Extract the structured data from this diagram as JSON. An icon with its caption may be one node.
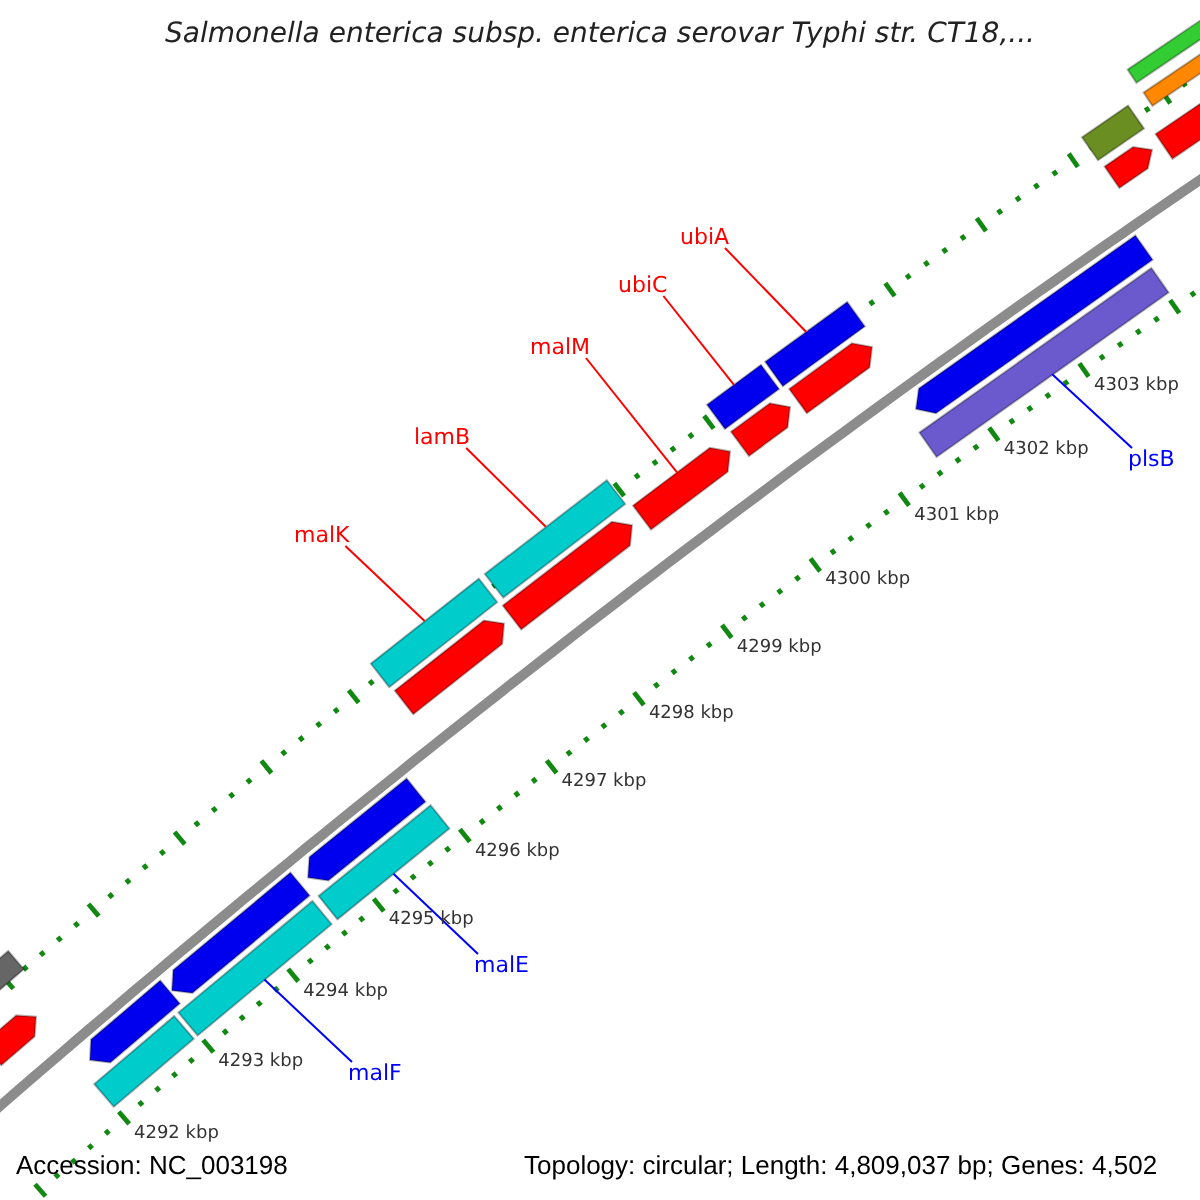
{
  "diagram": {
    "title": "Salmonella enterica subsp. enterica serovar Typhi str. CT18,...",
    "nodes": [
      {
        "text": [
          "ubiA"
        ]
      },
      {
        "text": [
          "ubiC"
        ]
      },
      {
        "text": [
          "malM"
        ]
      },
      {
        "text": [
          "lamB"
        ]
      },
      {
        "text": [
          "malK"
        ]
      },
      {
        "text": [
          "plsB"
        ]
      },
      {
        "text": [
          "malE"
        ]
      },
      {
        "text": [
          "malF"
        ]
      },
      {
        "text": [],
        "shape": "bar"
      },
      {
        "text": [],
        "shape": "bar"
      },
      {
        "text": [],
        "shape": "bar"
      },
      {
        "text": [],
        "shape": "bar"
      },
      {
        "text": [],
        "shape": "bar"
      },
      {
        "text": [],
        "shape": "bar"
      },
      {
        "text": [],
        "shape": "bar"
      },
      {
        "text": [],
        "shape": "bar"
      },
      {
        "text": [],
        "shape": "bar"
      },
      {
        "text": [],
        "shape": "bar"
      },
      {
        "text": [],
        "shape": "bar"
      },
      {
        "text": [],
        "shape": "bar"
      },
      {
        "text": [],
        "shape": "bar"
      },
      {
        "text": [],
        "shape": "bar"
      },
      {
        "text": [],
        "shape": "bar"
      },
      {
        "text": [],
        "shape": "bar"
      },
      {
        "text": [],
        "shape": "bar"
      },
      {
        "text": [],
        "shape": "bar"
      },
      {
        "text": [],
        "shape": "bar"
      },
      {
        "text": [],
        "shape": "bar"
      },
      {
        "text": [],
        "shape": "bar"
      },
      {
        "text": [],
        "shape": "bar"
      },
      {
        "text": [],
        "shape": "bar"
      },
      {
        "text": [],
        "shape": "bar"
      }
    ],
    "edges": [
      {
        "from": 0,
        "to": 23,
        "arrow": "none"
      },
      {
        "from": 1,
        "to": 21,
        "arrow": "none"
      },
      {
        "from": 2,
        "to": 20,
        "arrow": "none"
      },
      {
        "from": 3,
        "to": 18,
        "arrow": "none"
      },
      {
        "from": 4,
        "to": 16,
        "arrow": "none"
      },
      {
        "from": 5,
        "to": 26,
        "arrow": "none",
        "color": "#0000ff"
      },
      {
        "from": 6,
        "to": 15,
        "arrow": "none",
        "color": "#0000ff"
      },
      {
        "from": 7,
        "to": 13,
        "arrow": "none",
        "color": "#0000ff"
      }
    ],
    "labels": [
      "4303 kbp",
      "4302 kbp",
      "4301 kbp",
      "4300 kbp",
      "4299 kbp",
      "4298 kbp",
      "4297 kbp",
      "4296 kbp",
      "4295 kbp",
      "4294 kbp",
      "4293 kbp",
      "4292 kbp",
      "Accession: NC_003198",
      "Topology: circular; Length: 4,809,037 bp; Genes: 4,502"
    ]
  }
}
